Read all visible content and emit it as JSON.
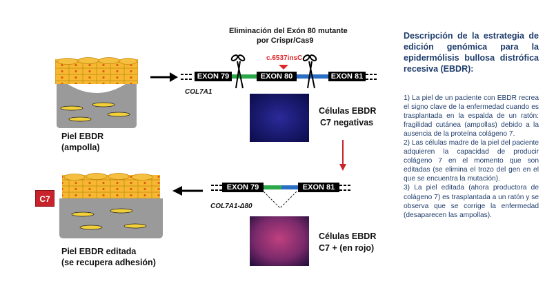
{
  "diagram": {
    "header_line1": "Eliminación del Exón 80 mutante",
    "header_line2": "por Crispr/Cas9",
    "mutation_label": "c.6537insC",
    "exon79": "EXON 79",
    "exon80": "EXON 80",
    "exon81": "EXON 81",
    "gene_top": "COL7A1",
    "gene_bottom": "COL7A1-Δ80",
    "skin_top_l1": "Piel EBDR",
    "skin_top_l2": "(ampolla)",
    "cells_top_l1": "Células EBDR",
    "cells_top_l2": "C7 negativas",
    "skin_bottom_l1": "Piel EBDR editada",
    "skin_bottom_l2": "(se recupera adhesión)",
    "cells_bottom_l1": "Células EBDR",
    "cells_bottom_l2": "C7 + (en rojo)",
    "c7_badge": "C7"
  },
  "sidebar": {
    "title": "Descripción de la estrategia de edición genómica para la epidermólisis bullosa distrófica recesiva (EBDR):",
    "p1": "1) La piel de un paciente con EBDR recrea el signo clave de la enfermedad cuando es trasplantada en la espalda de un ratón: fragilidad cutánea (ampollas) debido a la ausencia de la proteína colágeno 7.",
    "p2": "2) Las células madre de la piel del paciente adquieren la capacidad de producir colágeno 7 en el momento que son editadas (se elimina el trozo del gen en el que se encuentra la mutación).",
    "p3": "3) La piel editada (ahora productora de colágeno 7) es trasplantada a un ratón y se observa que se corrige la enfermedad (desaparecen las ampollas)."
  },
  "colors": {
    "accent_red": "#c8232a",
    "text_blue": "#1f3d6b",
    "cell_orange": "#f5b830",
    "tissue_gray": "#9a9a9a",
    "green_seg": "#2aa84a",
    "blue_seg": "#2a6fc4"
  }
}
